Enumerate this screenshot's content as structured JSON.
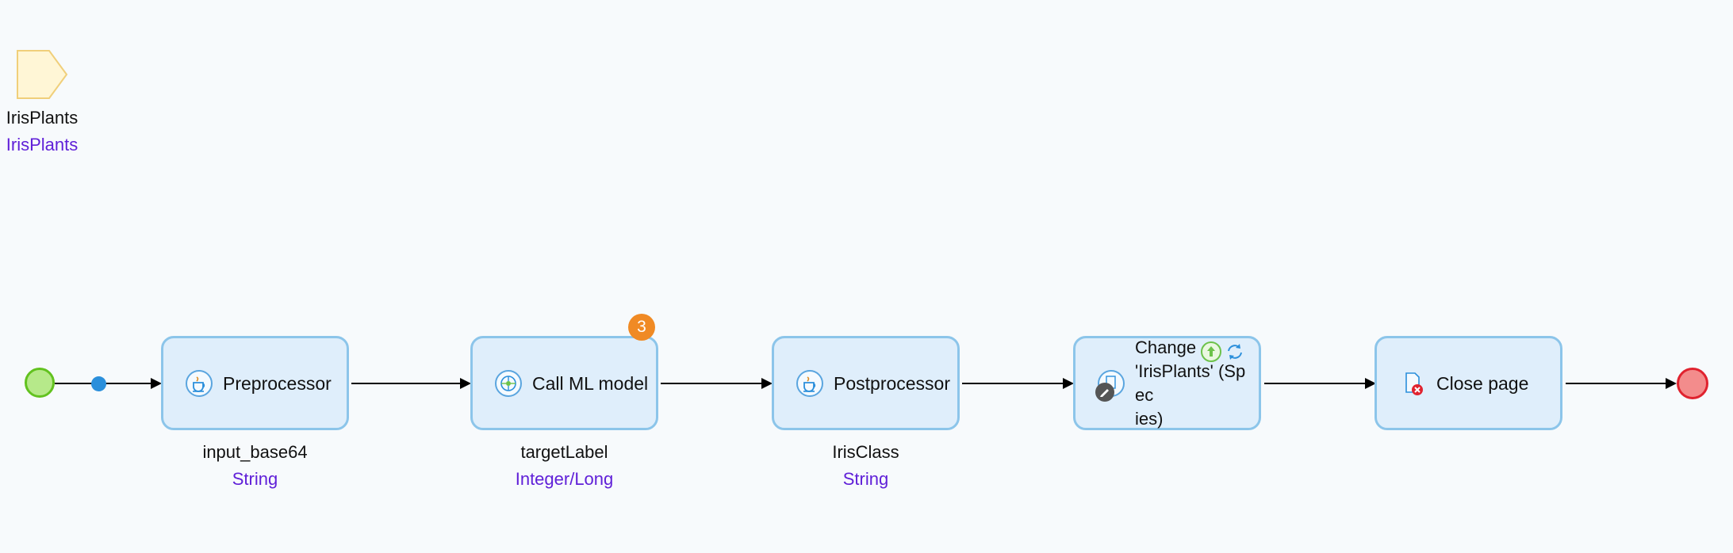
{
  "parameter": {
    "name": "IrisPlants",
    "type": "IrisPlants"
  },
  "activities": [
    {
      "label": "Preprocessor",
      "icon": "java-action-icon",
      "output_name": "input_base64",
      "output_type": "String"
    },
    {
      "label": "Call ML model",
      "icon": "ml-model-icon",
      "output_name": "targetLabel",
      "output_type": "Integer/Long",
      "badge": "3"
    },
    {
      "label": "Postprocessor",
      "icon": "java-action-icon",
      "output_name": "IrisClass",
      "output_type": "String"
    },
    {
      "label_lines": [
        "Change",
        "'IrisPlants' (Spec",
        "ies)"
      ],
      "icon": "change-object-icon"
    },
    {
      "label": "Close page",
      "icon": "close-page-icon"
    }
  ],
  "colors": {
    "activity_fill": "#dfeefb",
    "activity_border": "#8cc5ea",
    "type_text": "#6020d8",
    "start_event": "#b6e98a",
    "end_event": "#f38c8c",
    "badge": "#f08a24"
  }
}
